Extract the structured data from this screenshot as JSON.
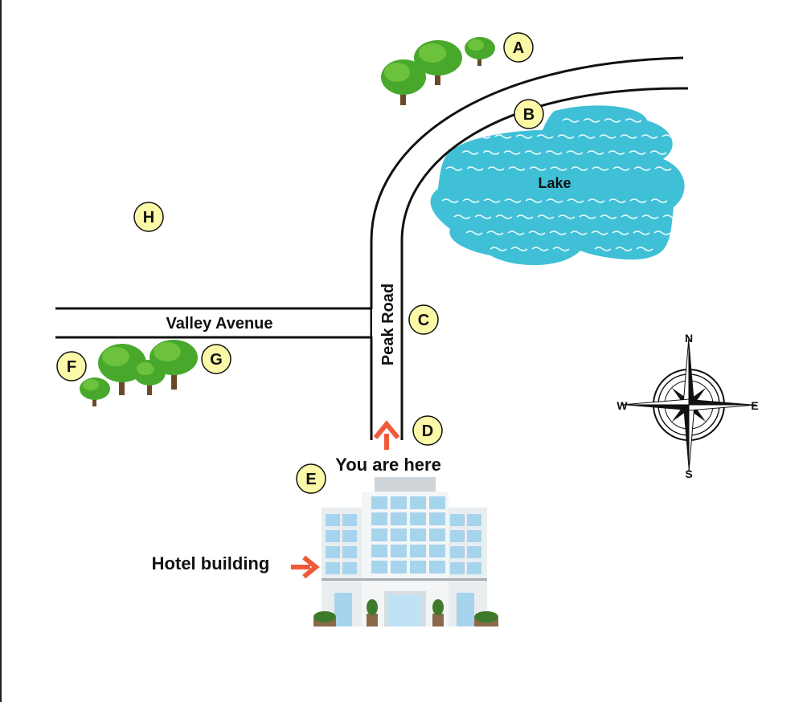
{
  "roads": {
    "valley_avenue": "Valley Avenue",
    "peak_road": "Peak Road"
  },
  "lake": {
    "label": "Lake",
    "color": "#3fc0d6"
  },
  "markers": [
    {
      "id": "a",
      "label": "A"
    },
    {
      "id": "b",
      "label": "B"
    },
    {
      "id": "c",
      "label": "C"
    },
    {
      "id": "d",
      "label": "D"
    },
    {
      "id": "e",
      "label": "E"
    },
    {
      "id": "f",
      "label": "F"
    },
    {
      "id": "g",
      "label": "G"
    },
    {
      "id": "h",
      "label": "H"
    }
  ],
  "marker_fill": "#fbf8a8",
  "arrow_color": "#f05a3c",
  "you_are_here": "You are here",
  "hotel_label": "Hotel building",
  "compass": {
    "n": "N",
    "s": "S",
    "e": "E",
    "w": "W"
  }
}
